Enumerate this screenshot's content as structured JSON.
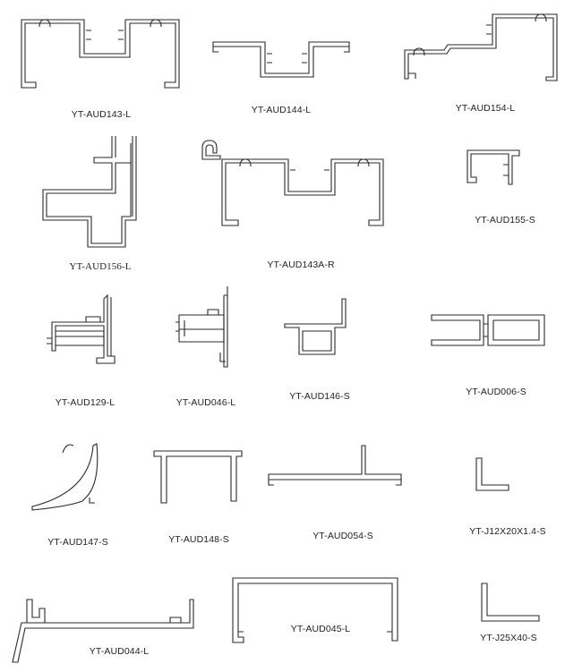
{
  "catalog": {
    "profiles": [
      {
        "code": "YT-AUD143-L"
      },
      {
        "code": "YT-AUD144-L"
      },
      {
        "code": "YT-AUD154-L"
      },
      {
        "code": "YT-AUD156-L"
      },
      {
        "code": "YT-AUD143A-R"
      },
      {
        "code": "YT-AUD155-S"
      },
      {
        "code": "YT-AUD129-L"
      },
      {
        "code": "YT-AUD046-L"
      },
      {
        "code": "YT-AUD146-S"
      },
      {
        "code": "YT-AUD006-S"
      },
      {
        "code": "YT-AUD147-S"
      },
      {
        "code": "YT-AUD148-S"
      },
      {
        "code": "YT-AUD054-S"
      },
      {
        "code": "YT-J12X20X1.4-S"
      },
      {
        "code": "YT-AUD044-L"
      },
      {
        "code": "YT-AUD045-L"
      },
      {
        "code": "YT-J25X40-S"
      }
    ]
  },
  "colors": {
    "line": "#2a2a2a",
    "background": "#ffffff"
  }
}
